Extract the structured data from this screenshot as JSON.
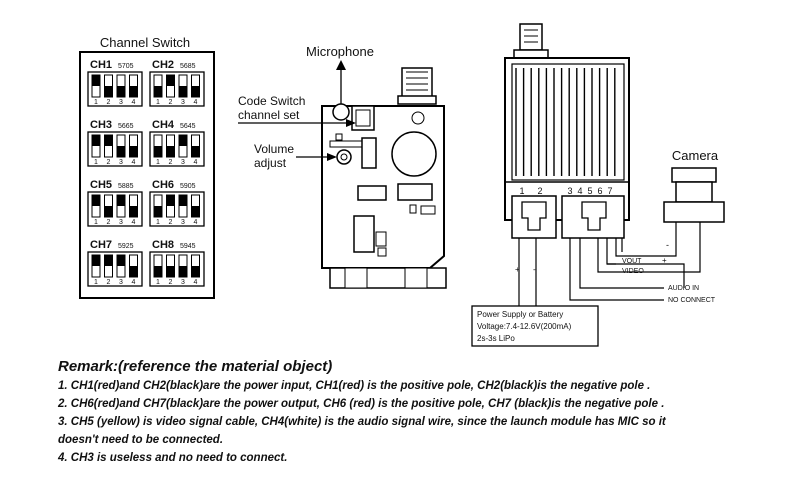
{
  "channel_switch": {
    "title": "Channel Switch",
    "pin_labels": [
      "1",
      "2",
      "3",
      "4"
    ],
    "channels": [
      {
        "name": "CH1",
        "freq": "5705",
        "switch_up": [
          true,
          false,
          false,
          false
        ]
      },
      {
        "name": "CH2",
        "freq": "5685",
        "switch_up": [
          false,
          true,
          false,
          false
        ]
      },
      {
        "name": "CH3",
        "freq": "5665",
        "switch_up": [
          true,
          true,
          false,
          false
        ]
      },
      {
        "name": "CH4",
        "freq": "5645",
        "switch_up": [
          false,
          false,
          true,
          false
        ]
      },
      {
        "name": "CH5",
        "freq": "5885",
        "switch_up": [
          true,
          false,
          true,
          false
        ]
      },
      {
        "name": "CH6",
        "freq": "5905",
        "switch_up": [
          false,
          true,
          true,
          false
        ]
      },
      {
        "name": "CH7",
        "freq": "5925",
        "switch_up": [
          true,
          true,
          true,
          false
        ]
      },
      {
        "name": "CH8",
        "freq": "5945",
        "switch_up": [
          false,
          false,
          false,
          false
        ]
      }
    ]
  },
  "board": {
    "microphone_label": "Microphone",
    "code_switch_label_1": "Code Switch",
    "code_switch_label_2": "channel set",
    "volume_label_1": "Volume",
    "volume_label_2": "adjust"
  },
  "module": {
    "pin_numbers": [
      "1",
      "2",
      "3",
      "4",
      "5",
      "6",
      "7"
    ],
    "camera_label": "Camera",
    "wire_labels": [
      "VOUT",
      "VIDEO",
      "AUDIO IN",
      "NO CONNECT"
    ],
    "vout_plus": "+",
    "camera_minus": "-",
    "power_marks": [
      "+",
      "-"
    ],
    "power_supply": {
      "line1": "Power Supply or Battery",
      "line2": "Voltage:7.4-12.6V(200mA)",
      "line3": "2s-3s LiPo"
    }
  },
  "remarks": {
    "title": "Remark:(reference the material object)",
    "lines": [
      "1. CH1(red)and CH2(black)are the power input, CH1(red) is the positive pole, CH2(black)is the negative pole .",
      "2. CH6(red)and CH7(black)are the power output, CH6 (red) is the positive pole, CH7 (black)is the negative pole .",
      "3. CH5 (yellow) is video signal cable, CH4(white) is the audio signal wire, since the launch module has MIC so it",
      "doesn't need to be connected.",
      "4. CH3 is useless and no need to connect."
    ]
  }
}
